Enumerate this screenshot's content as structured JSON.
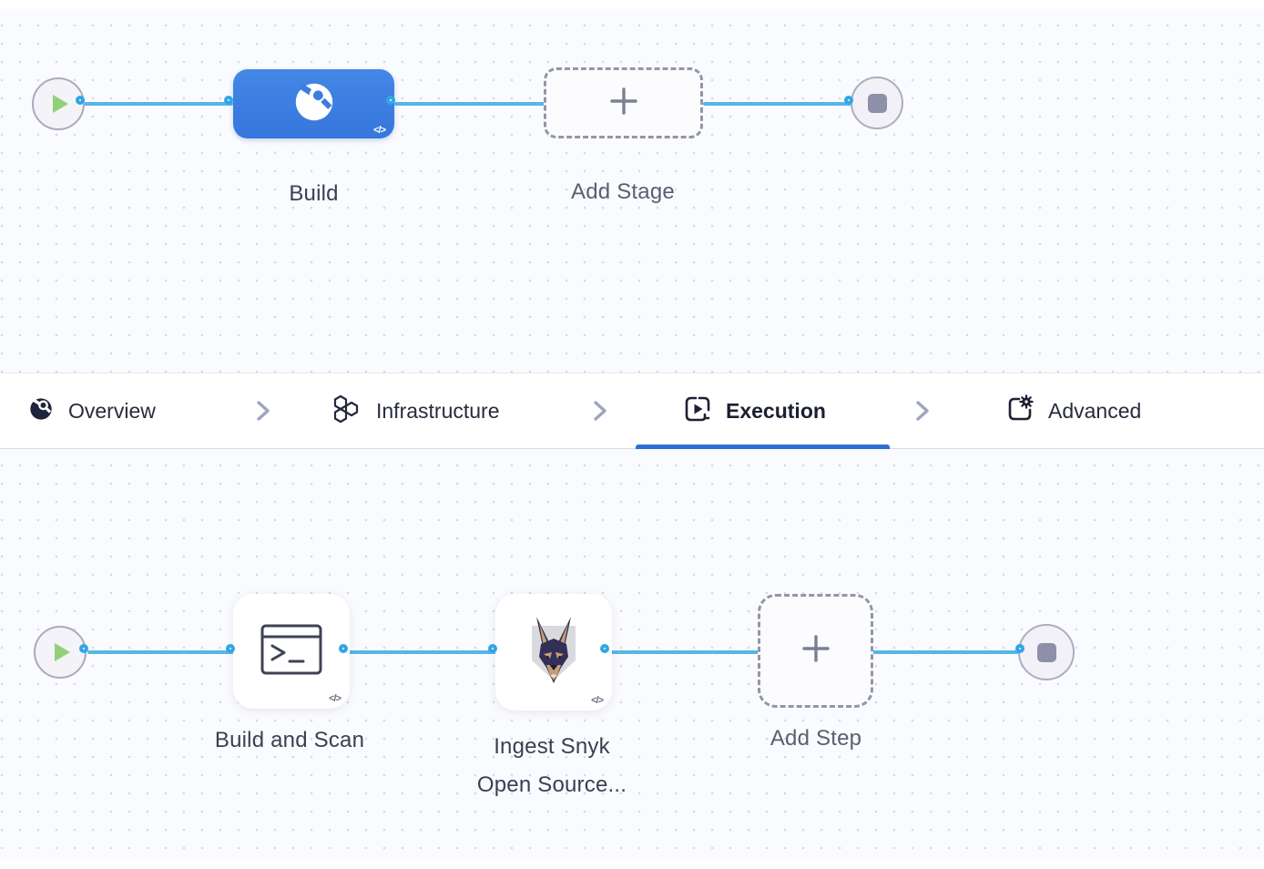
{
  "colors": {
    "connector_line": "#56b6ea",
    "connector_dot_ring": "#33a5e5",
    "stage_node_blue": "#3d7ee2",
    "active_tab_underline": "#2d6ed3",
    "canvas_background": "#fafbfe"
  },
  "top_pipeline": {
    "start_icon": "play-icon",
    "end_icon": "stop-icon",
    "stage": {
      "label": "Build",
      "icon": "ci-build-icon",
      "code_toggle": "</>"
    },
    "add_stage": {
      "label": "Add Stage",
      "icon": "plus-icon"
    }
  },
  "tabs": {
    "separator_icon": "chevron-right-icon",
    "items": [
      {
        "label": "Overview",
        "icon": "ci-overview-icon",
        "active": false
      },
      {
        "label": "Infrastructure",
        "icon": "hexagons-icon",
        "active": false
      },
      {
        "label": "Execution",
        "icon": "play-square-icon",
        "active": true
      },
      {
        "label": "Advanced",
        "icon": "gear-square-icon",
        "active": false
      }
    ]
  },
  "bottom_pipeline": {
    "start_icon": "play-icon",
    "end_icon": "stop-icon",
    "steps": [
      {
        "label": "Build and Scan",
        "icon": "terminal-icon",
        "code_toggle": "</>"
      },
      {
        "label_line1": "Ingest Snyk",
        "label_line2": "Open Source...",
        "icon": "snyk-doberman-icon",
        "code_toggle": "</>"
      }
    ],
    "add_step": {
      "label": "Add Step",
      "icon": "plus-icon"
    }
  }
}
